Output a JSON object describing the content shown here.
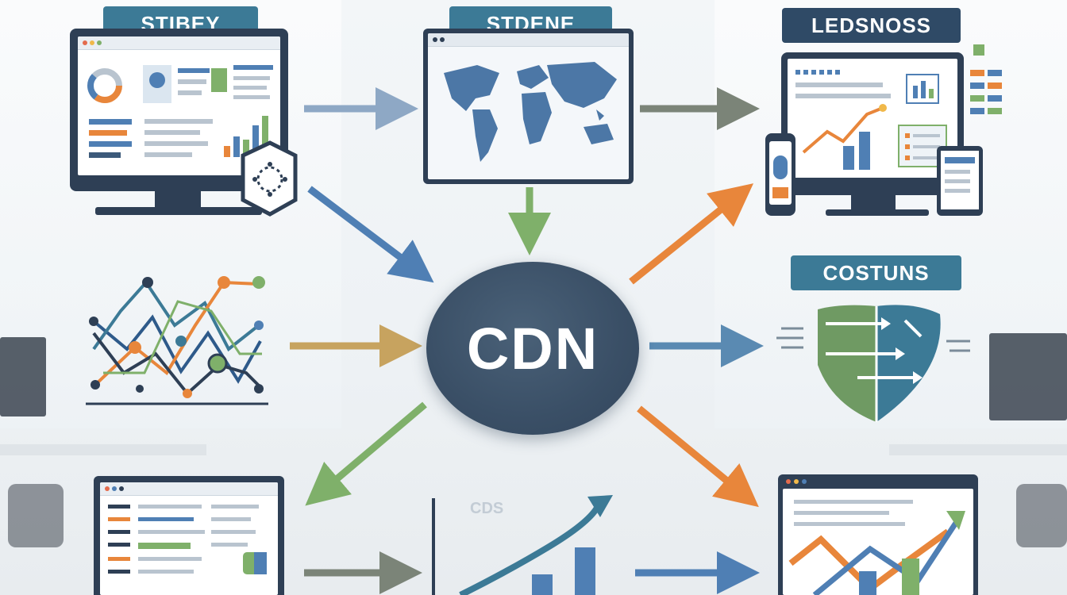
{
  "labels": {
    "top_left": "STIBEY",
    "top_center": "STDENE",
    "top_right": "LEDSNOSS",
    "right_middle": "COSTUNS",
    "hub": "CDN",
    "bottom_center_caption": "CDS"
  },
  "colors": {
    "label_teal": "#3c7a96",
    "label_navy": "#2f4a66",
    "hub_navy": "#3a4f66",
    "arrow_blue": "#4f7fb4",
    "arrow_green": "#7fb06a",
    "arrow_orange": "#e8863b",
    "arrow_gray": "#7b8478",
    "arrow_tan": "#c7a35f",
    "arrow_steel": "#5a8ab2"
  },
  "icons": [
    "dashboard-monitor-icon",
    "world-map-window-icon",
    "analytics-devices-icon",
    "network-graph-icon",
    "shield-arrows-icon",
    "list-dashboard-icon",
    "growth-chart-icon",
    "trend-window-icon",
    "hexagon-node-icon"
  ]
}
